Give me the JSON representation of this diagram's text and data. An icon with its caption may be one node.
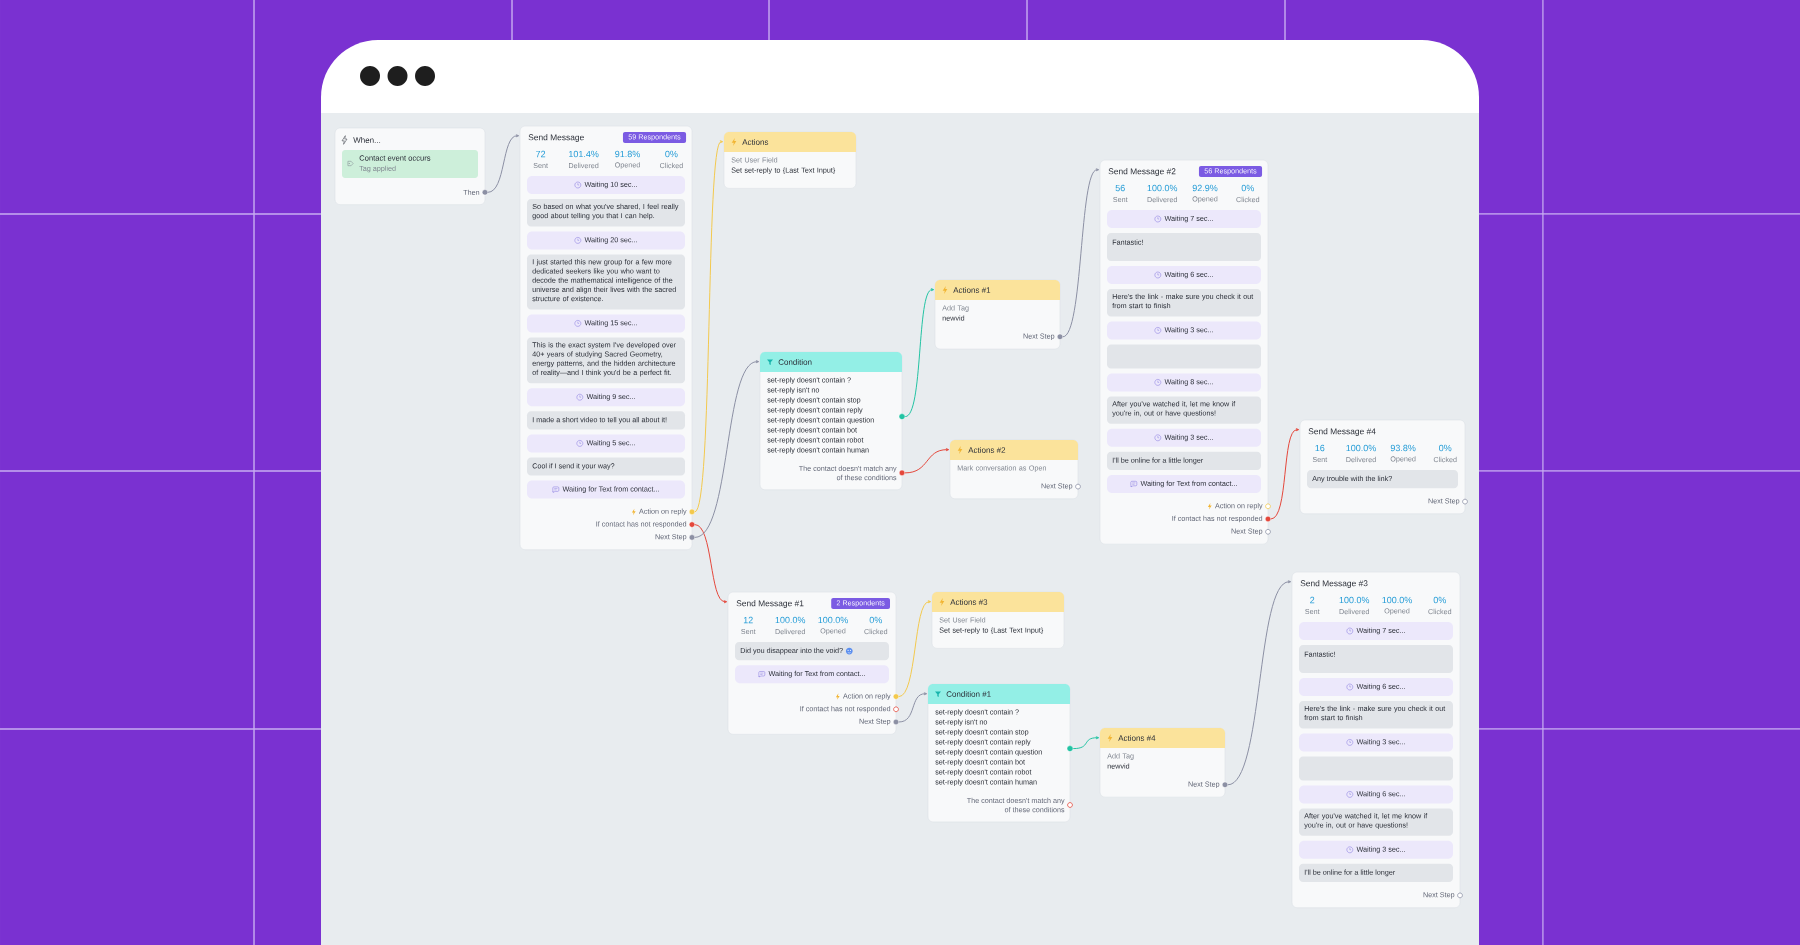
{
  "diagram": {
    "nodes": [
      {
        "text": [
          "When..."
        ]
      },
      {
        "text": [
          "Contact event occurs",
          "Tag applied"
        ],
        "in": 0
      },
      {
        "text": [
          "Then"
        ],
        "in": 0
      },
      {
        "text": [
          "Send Message",
          "72",
          "Sent",
          "101.4%",
          "Delivered",
          "91.8%",
          "Opened",
          "0%",
          "Clicked"
        ]
      },
      {
        "text": [
          "59 Respondents"
        ],
        "in": 3
      },
      {
        "text": [
          "Waiting 10 sec..."
        ],
        "in": 3
      },
      {
        "text": [
          "So based on what you've shared, I feel really good about telling you that I can help."
        ],
        "in": 3
      },
      {
        "text": [
          "Waiting 20 sec..."
        ],
        "in": 3
      },
      {
        "text": [
          "I just started this new group for a few more dedicated seekers like you who want to decode the mathematical intelligence of the universe and align their lives with the sacred structure of existence."
        ],
        "in": 3
      },
      {
        "text": [
          "Waiting 15 sec..."
        ],
        "in": 3
      },
      {
        "text": [
          "This is the exact system I've developed over 40+ years of studying Sacred Geometry, energy patterns, and the hidden architecture of reality—and I think you'd be a perfect fit."
        ],
        "in": 3
      },
      {
        "text": [
          "Waiting 9 sec..."
        ],
        "in": 3
      },
      {
        "text": [
          "I made a short video to tell you all about it!"
        ],
        "in": 3
      },
      {
        "text": [
          "Waiting 5 sec..."
        ],
        "in": 3
      },
      {
        "text": [
          "Cool if I send it your way?"
        ],
        "in": 3
      },
      {
        "text": [
          "Waiting for Text from contact..."
        ],
        "in": 3
      },
      {
        "text": [
          "Action on reply"
        ],
        "in": 3
      },
      {
        "text": [
          "If contact has not responded"
        ],
        "in": 3
      },
      {
        "text": [
          "Next Step"
        ],
        "in": 3
      },
      {
        "text": [
          "Actions",
          "Set User Field",
          "Set set-reply to {Last Text Input}"
        ]
      },
      {
        "text": [
          "Condition",
          "set-reply doesn't contain ?",
          "set-reply isn't no",
          "set-reply doesn't contain stop",
          "set-reply doesn't contain reply",
          "set-reply doesn't contain question",
          "set-reply doesn't contain bot",
          "set-reply doesn't contain robot",
          "set-reply doesn't contain human"
        ]
      },
      {
        "text": [
          "The contact doesn't match any of these conditions"
        ],
        "in": 20
      },
      {
        "text": [
          "Actions #1",
          "Add Tag",
          "newvid"
        ]
      },
      {
        "text": [
          "Next Step"
        ],
        "in": 22
      },
      {
        "text": [
          "Actions #2",
          "Mark conversation as Open",
          "Next Step"
        ]
      },
      {
        "text": [
          "Send Message #2",
          "56",
          "Sent",
          "100.0%",
          "Delivered",
          "92.9%",
          "Opened",
          "0%",
          "Clicked",
          "Action on reply",
          "Next Step"
        ]
      },
      {
        "text": [
          "56 Respondents"
        ],
        "in": 25
      },
      {
        "text": [
          "Waiting 7 sec..."
        ],
        "in": 25
      },
      {
        "text": [
          "Fantastic!"
        ],
        "in": 25
      },
      {
        "text": [
          "Waiting 6 sec..."
        ],
        "in": 25
      },
      {
        "text": [
          "Here's the link - make sure you check it out from start to finish"
        ],
        "in": 25
      },
      {
        "text": [
          "Waiting 3 sec..."
        ],
        "in": 25
      },
      {
        "text": [],
        "shape": "box",
        "in": 25
      },
      {
        "text": [
          "Waiting 8 sec..."
        ],
        "in": 25
      },
      {
        "text": [
          "After you've watched it, let me know if you're in, out or have questions!"
        ],
        "in": 25
      },
      {
        "text": [
          "Waiting 3 sec..."
        ],
        "in": 25
      },
      {
        "text": [
          "I'll be online for a little longer"
        ],
        "in": 25
      },
      {
        "text": [
          "Waiting for Text from contact..."
        ],
        "in": 25
      },
      {
        "text": [
          "If contact has not responded"
        ],
        "in": 25
      },
      {
        "text": [
          "Send Message #4",
          "16",
          "Sent",
          "100.0%",
          "Delivered",
          "93.8%",
          "Opened",
          "0%",
          "Clicked",
          "Next Step"
        ]
      },
      {
        "text": [
          "Any trouble with the link?"
        ],
        "in": 39
      },
      {
        "text": [
          "Send Message #1",
          "12",
          "Sent",
          "100.0%",
          "Delivered",
          "100.0%",
          "Opened",
          "0%",
          "Clicked",
          "If contact has not responded"
        ]
      },
      {
        "text": [
          "2 Respondents"
        ],
        "in": 41
      },
      {
        "text": [
          "Did you disappear into the void?"
        ],
        "in": 41
      },
      {
        "text": [
          "Waiting for Text from contact..."
        ],
        "in": 41
      },
      {
        "text": [
          "Action on reply"
        ],
        "in": 41
      },
      {
        "text": [
          "Next Step"
        ],
        "in": 41
      },
      {
        "text": [
          "Actions #3",
          "Set User Field",
          "Set set-reply to {Last Text Input}"
        ]
      },
      {
        "text": [
          "Condition #1",
          "set-reply doesn't contain ?",
          "set-reply isn't no",
          "set-reply doesn't contain stop",
          "set-reply doesn't contain reply",
          "set-reply doesn't contain question",
          "set-reply doesn't contain bot",
          "set-reply doesn't contain robot",
          "set-reply doesn't contain human",
          "The contact doesn't match any of these conditions"
        ]
      },
      {
        "text": [
          "Actions #4",
          "Add Tag",
          "newvid"
        ]
      },
      {
        "text": [
          "Next Step"
        ],
        "in": 49
      },
      {
        "text": [
          "Send Message #3",
          "2",
          "Sent",
          "100.0%",
          "Delivered",
          "100.0%",
          "Opened",
          "0%",
          "Clicked",
          "Next Step"
        ]
      },
      {
        "text": [
          "Waiting 7 sec..."
        ],
        "in": 51
      },
      {
        "text": [
          "Fantastic!"
        ],
        "in": 51
      },
      {
        "text": [
          "Waiting 6 sec..."
        ],
        "in": 51
      },
      {
        "text": [
          "Here's the link - make sure you check it out from start to finish"
        ],
        "in": 51
      },
      {
        "text": [
          "Waiting 3 sec..."
        ],
        "in": 51
      },
      {
        "text": [],
        "shape": "box",
        "in": 51
      },
      {
        "text": [
          "Waiting 6 sec..."
        ],
        "in": 51
      },
      {
        "text": [
          "After you've watched it, let me know if you're in, out or have questions!"
        ],
        "in": 51
      },
      {
        "text": [
          "Waiting 3 sec..."
        ],
        "in": 51
      },
      {
        "text": [
          "I'll be online for a little longer"
        ],
        "in": 51
      },
      {
        "text": [],
        "shape": "circle",
        "in": 20
      },
      {
        "text": [],
        "shape": "circle",
        "in": 48
      }
    ],
    "edges": [
      {
        "from": 2,
        "to": 3,
        "arrow": "to"
      },
      {
        "from": 16,
        "to": 19,
        "arrow": "to",
        "color": "#f3c94d"
      },
      {
        "from": 17,
        "to": 41,
        "arrow": "to",
        "color": "#e4473b"
      },
      {
        "from": 18,
        "to": 20,
        "arrow": "to"
      },
      {
        "from": 62,
        "to": 22,
        "arrow": "to",
        "color": "#22c3a3"
      },
      {
        "from": 21,
        "to": 24,
        "arrow": "to",
        "color": "#e4473b"
      },
      {
        "from": 23,
        "to": 25,
        "arrow": "to"
      },
      {
        "from": 38,
        "to": 39,
        "arrow": "to",
        "color": "#e4473b"
      },
      {
        "from": 45,
        "to": 47,
        "arrow": "to",
        "color": "#f3c94d"
      },
      {
        "from": 46,
        "to": 48,
        "arrow": "to"
      },
      {
        "from": 63,
        "to": 49,
        "arrow": "to",
        "color": "#22c3a3"
      },
      {
        "from": 50,
        "to": 51,
        "arrow": "to"
      }
    ]
  }
}
